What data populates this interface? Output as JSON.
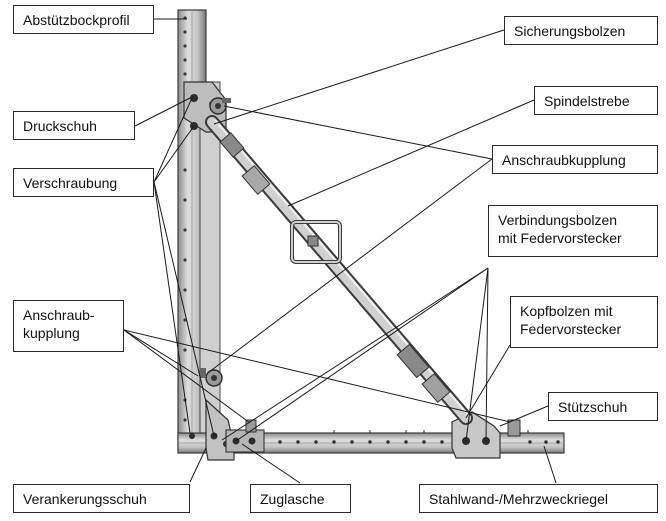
{
  "labels": {
    "abstuetzbockprofil": "Abstützbockprofil",
    "druckschuh": "Druckschuh",
    "verschraubung": "Verschraubung",
    "anschraub_kupplung": [
      "Anschraub-",
      "kupplung"
    ],
    "verankerungsschuh": "Verankerungsschuh",
    "zuglasche": "Zuglasche",
    "stahlwand_riegel": "Stahlwand-/Mehrzweckriegel",
    "sicherungsbolzen": "Sicherungsbolzen",
    "spindelstrebe": "Spindelstrebe",
    "anschraubkupplung": "Anschraubkupplung",
    "verbindungsbolzen": [
      "Verbindungsbolzen",
      "mit Federvorstecker"
    ],
    "kopfbolzen": [
      "Kopfbolzen mit",
      "Federvorstecker"
    ],
    "stuetzschuh": "Stützschuh"
  },
  "colors": {
    "metal_light": "#d4d4d4",
    "metal_mid": "#a9a9a9",
    "metal_dark": "#555555",
    "outline": "#2a2a2a",
    "leader": "#1a1a1a"
  }
}
